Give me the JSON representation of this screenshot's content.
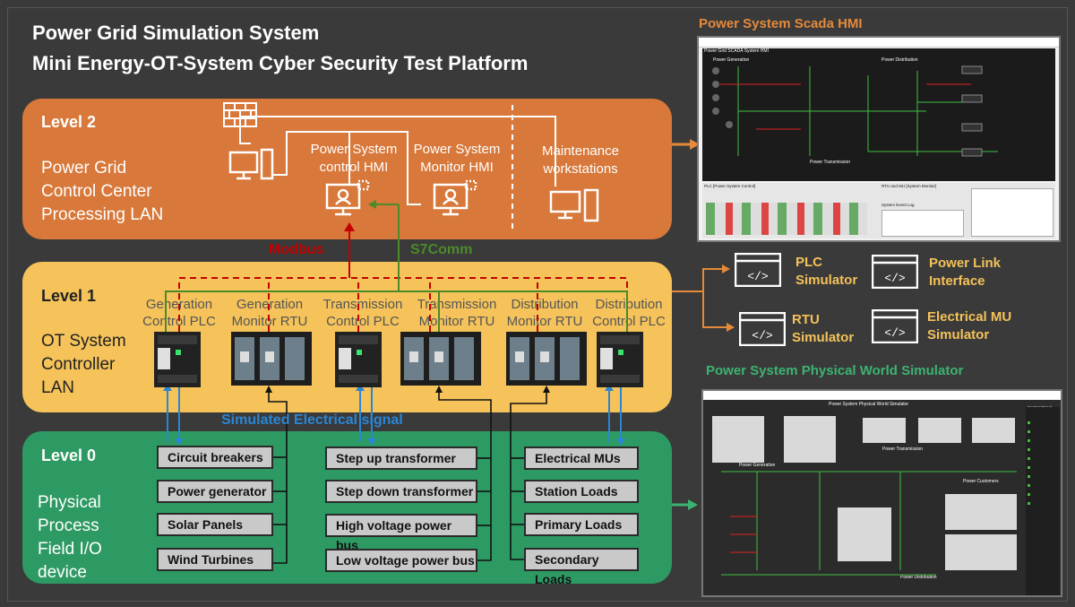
{
  "title_line1": "Power Grid Simulation System",
  "title_line2": "Mini Energy-OT-System Cyber Security Test Platform",
  "level2": {
    "name": "Level 2",
    "desc_line1": "Power Grid",
    "desc_line2": "Control Center",
    "desc_line3": "Processing LAN",
    "control_hmi_l1": "Power System",
    "control_hmi_l2": "control HMI",
    "monitor_hmi_l1": "Power System",
    "monitor_hmi_l2": "Monitor HMI",
    "maint_l1": "Maintenance",
    "maint_l2": "workstations"
  },
  "protocols": {
    "modbus": "Modbus",
    "s7comm": "S7Comm",
    "signal": "Simulated Electrical signal"
  },
  "level1": {
    "name": "Level 1",
    "desc_line1": "OT System",
    "desc_line2": "Controller",
    "desc_line3": "LAN",
    "devices": [
      {
        "l1": "Generation",
        "l2": "Control PLC"
      },
      {
        "l1": "Generation",
        "l2": "Monitor RTU"
      },
      {
        "l1": "Transmission",
        "l2": "Control PLC"
      },
      {
        "l1": "Transmission",
        "l2": "Monitor RTU"
      },
      {
        "l1": "Distribution",
        "l2": "Monitor RTU"
      },
      {
        "l1": "Distribution",
        "l2": "Control PLC"
      }
    ]
  },
  "level0": {
    "name": "Level 0",
    "desc_line1": "Physical",
    "desc_line2": "Process",
    "desc_line3": "Field I/O",
    "desc_line4": "device",
    "col1": [
      "Circuit breakers",
      "Power generator",
      "Solar Panels",
      "Wind Turbines"
    ],
    "col2": [
      "Step up transformer",
      "Step down transformer",
      "High voltage power bus",
      "Low voltage power bus"
    ],
    "col3": [
      "Electrical MUs",
      "Station  Loads",
      "Primary  Loads",
      "Secondary Loads"
    ]
  },
  "simulators": [
    {
      "l1": "PLC",
      "l2": "Simulator"
    },
    {
      "l1": "Power Link",
      "l2": "Interface"
    },
    {
      "l1": "RTU",
      "l2": "Simulator"
    },
    {
      "l1": "Electrical MU",
      "l2": "Simulator"
    }
  ],
  "scada": {
    "title": "Power System Scada HMI",
    "header": "Power Grid SCADA System HMI",
    "sec_gen": "Power Generation",
    "sec_dist": "Power Distribution",
    "sec_trans": "Power Transmission",
    "plc_panel": "PLC [Power System Control]",
    "rtu_panel": "RTU and MU [System Monitor]",
    "event_log": "System Event Log"
  },
  "physical": {
    "title": "Power System Physical World Simulator",
    "header": "Power System Physical World Simulator",
    "sec_gen": "Power Generation",
    "sec_trans": "Power Transmission",
    "sec_cons": "Power Customers",
    "sec_dist": "Power Distribution",
    "control_panel": "Control Panel"
  },
  "colors": {
    "bg": "#3a3a3a",
    "level2": "#d8783a",
    "level1": "#f5c35a",
    "level0": "#2e9a63",
    "modbus": "#c40000",
    "s7comm": "#4c8a2a",
    "signal": "#2a86d4",
    "accent_orange": "#e58a3a",
    "accent_green": "#3cb371"
  }
}
